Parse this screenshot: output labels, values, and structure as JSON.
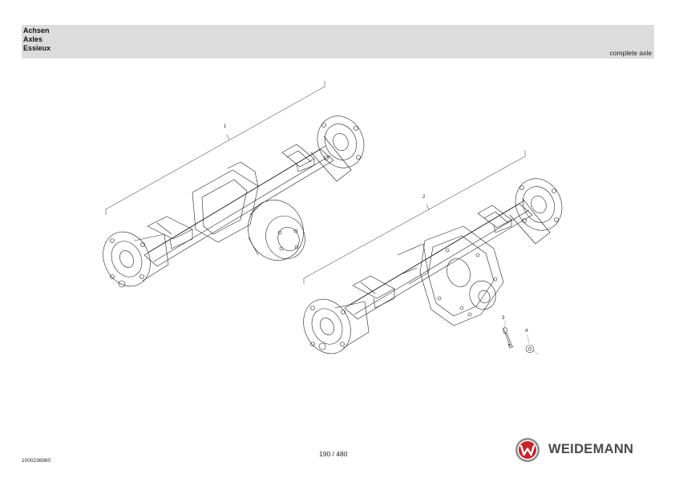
{
  "header": {
    "titles": [
      "Achsen",
      "Axles",
      "Essieux"
    ],
    "subtitle": "complete axle"
  },
  "callouts": [
    "1",
    "2",
    "3",
    "4"
  ],
  "footer": {
    "doc_id": "1000236960",
    "page": "190 / 480",
    "brand": "WEIDEMANN"
  },
  "colors": {
    "header_bg": "#dcdcdc",
    "logo_red": "#c0262c",
    "logo_grey": "#8c8c8c",
    "brand_text": "#4a4a4a"
  }
}
